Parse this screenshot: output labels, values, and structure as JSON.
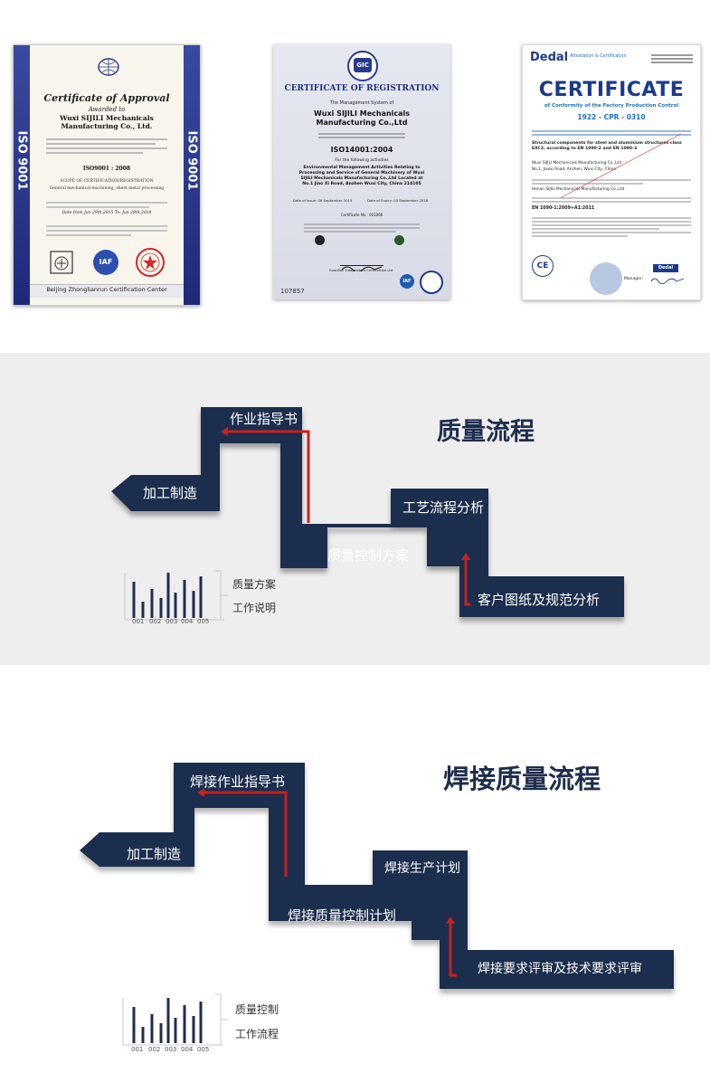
{
  "certificates": {
    "iso9001": {
      "side_label": "ISO 9001",
      "title": "Certificate of Approval",
      "awarded": "Awarded to",
      "company": "Wuxi SIJILI Mechanicals Manufacturing Co., Ltd.",
      "standard": "ISO9001 : 2008",
      "scope_title": "SCOPE OF CERTIFICATION/REGISTRATION",
      "scope": "General mechanical machining, sheet metal processing",
      "dates": "Date from Jun 29th,2015 To: Jun 28th,2018",
      "logo_iaf": "IAF",
      "issuer": "Beijing Zhonglianrun Certification Center"
    },
    "iso14001": {
      "title": "CERTIFICATE OF REGISTRATION",
      "system_line": "The Management System of",
      "company": "Wuxi SIJILI Mechanicals Manufacturing Co.,Ltd",
      "standard": "ISO14001:2004",
      "activities_line": "For the following activities",
      "activities": "Environmental Management Activities Relating to Processing and Service of General Machinery of Wuxi SIJILI Mechanicals Manufacturing Co.,Ltd Located at No.1 Jiao Xi Road, Anzhen Wuxi City, China 214105",
      "issue_date": "Date of Issue: 06 September 2015",
      "expiry_date": "Date of Expiry: 05 September 2018",
      "cert_no": "Certificate No.: 001066",
      "issuer": "Guardian Independent Certification Ltd",
      "logo_iaf": "IAF",
      "serial": "107857"
    },
    "dedal": {
      "brand": "Dedal",
      "brand_sub": "Attestation & Certification",
      "heading": "CERTIFICATE",
      "subtitle": "of Conformity of the Factory Production Control",
      "number": "1922 - CPR - 0310",
      "product": "Structural components for steel and aluminium structures class EXC2, according to EN 1090-2 and EN 1090-3",
      "manufacturer": "Wuxi SIJILI Mechanicals Manufacturing Co.,Ltd",
      "address": "No.1, Jiaoxi Road, Anzhen, Wuxi City, China",
      "producer": "Henan SIJILI Mechanicals Manufacturing Co.,Ltd",
      "standard": "EN 1090-1:2009+A1:2011",
      "ce": "CE",
      "manager_label": "Manager:",
      "manager_badge": "Dedal"
    }
  },
  "flow1": {
    "title": "质量流程",
    "steps": [
      "作业指导书",
      "加工制造",
      "工艺流程分析",
      "质量控制方案",
      "客户图纸及规范分析"
    ],
    "legend": [
      "质量方案",
      "工作说明"
    ],
    "chart_labels": [
      "001",
      "002",
      "003",
      "004",
      "005"
    ]
  },
  "flow2": {
    "title": "焊接质量流程",
    "steps": [
      "焊接作业指导书",
      "加工制造",
      "焊接生产计划",
      "焊接质量控制计划",
      "焊接要求评审及技术要求评审"
    ],
    "legend": [
      "质量控制",
      "工作流程"
    ],
    "chart_labels": [
      "001",
      "002",
      "003",
      "004",
      "005"
    ]
  },
  "colors": {
    "navy": "#1f2d4e",
    "red": "#c8201e",
    "band": "#eeeeee",
    "accent_blue": "#2a4a9a"
  },
  "icons": [
    "seal-icon",
    "globe-icon",
    "gic-logo-icon",
    "iaf-logo-icon",
    "ce-mark-icon",
    "stamp-icon",
    "bar-chart-icon",
    "arrow-icon"
  ]
}
